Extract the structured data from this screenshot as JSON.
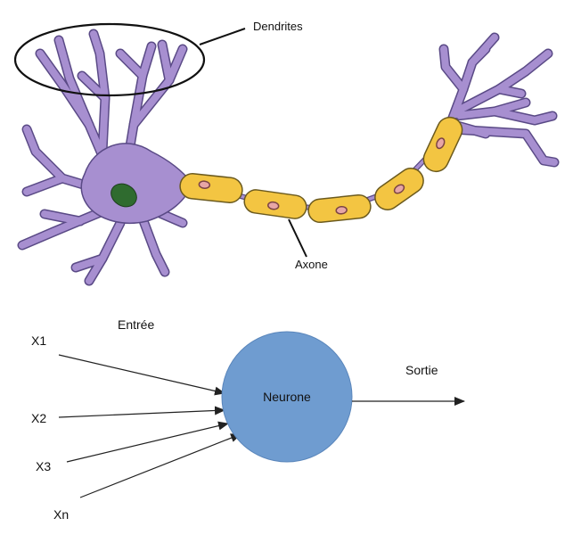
{
  "neuron_image": {
    "dendrites_label": "Dendrites",
    "axon_label": "Axone",
    "colors": {
      "cell": "#a78fd0",
      "cell_outline": "#5a4a86",
      "nucleus": "#2f6b2f",
      "myelin": "#f3c542",
      "myelin_outline": "#6b5a1e",
      "node": "#e7a6a6"
    }
  },
  "model": {
    "input_group_label": "Entrée",
    "inputs": [
      "X1",
      "X2",
      "X3",
      "Xn"
    ],
    "neuron_label": "Neurone",
    "output_label": "Sortie",
    "colors": {
      "neuron_fill": "#6f9cd0",
      "neuron_stroke": "#5a86bb",
      "arrow": "#222222"
    }
  }
}
